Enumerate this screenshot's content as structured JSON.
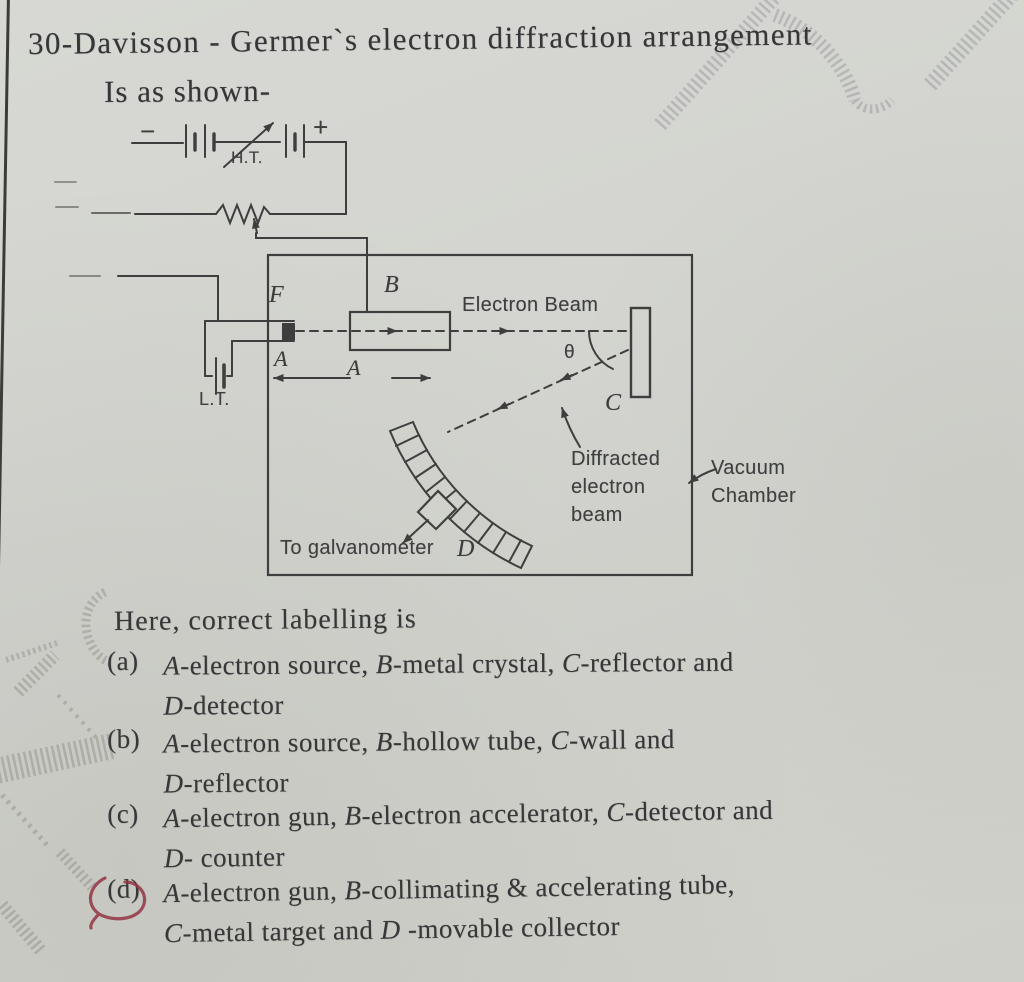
{
  "question": {
    "number_and_title": "30-Davisson - Germer`s electron diffraction arrangement",
    "title_line2": "Is as shown-",
    "prompt": "Here, correct labelling is"
  },
  "diagram": {
    "labels": {
      "minus": "−",
      "plus": "+",
      "ht": "H.T.",
      "lt": "L.T.",
      "f": "F",
      "a": "A",
      "a_dim": "A",
      "b": "B",
      "c": "C",
      "d": "D",
      "theta": "θ",
      "electron_beam": "Electron Beam",
      "diffracted_line1": "Diffracted",
      "diffracted_line2": "electron",
      "diffracted_line3": "beam",
      "vacuum_line1": "Vacuum",
      "vacuum_line2": "Chamber",
      "to_galvanometer": "To galvanometer"
    }
  },
  "options": [
    {
      "marker": "(a)",
      "line1": [
        {
          "style": "var",
          "text": "A"
        },
        {
          "style": "normal",
          "text": "-electron source, "
        },
        {
          "style": "var",
          "text": "B"
        },
        {
          "style": "normal",
          "text": "-metal crystal, "
        },
        {
          "style": "var",
          "text": "C"
        },
        {
          "style": "normal",
          "text": "-reflector and"
        }
      ],
      "line2": [
        {
          "style": "var",
          "text": "D"
        },
        {
          "style": "normal",
          "text": "-detector"
        }
      ]
    },
    {
      "marker": "(b)",
      "line1": [
        {
          "style": "var",
          "text": "A"
        },
        {
          "style": "normal",
          "text": "-electron source, "
        },
        {
          "style": "var",
          "text": "B"
        },
        {
          "style": "normal",
          "text": "-hollow tube, "
        },
        {
          "style": "var",
          "text": "C"
        },
        {
          "style": "normal",
          "text": "-wall and"
        }
      ],
      "line2": [
        {
          "style": "var",
          "text": "D"
        },
        {
          "style": "normal",
          "text": "-reflector"
        }
      ]
    },
    {
      "marker": "(c)",
      "line1": [
        {
          "style": "var",
          "text": "A"
        },
        {
          "style": "normal",
          "text": "-electron gun, "
        },
        {
          "style": "var",
          "text": "B"
        },
        {
          "style": "normal",
          "text": "-electron accelerator, "
        },
        {
          "style": "var",
          "text": "C"
        },
        {
          "style": "normal",
          "text": "-detector and"
        }
      ],
      "line2": [
        {
          "style": "var",
          "text": "D"
        },
        {
          "style": "normal",
          "text": "- counter"
        }
      ]
    },
    {
      "marker": "(d)",
      "line1": [
        {
          "style": "var",
          "text": "A"
        },
        {
          "style": "normal",
          "text": "-electron gun, "
        },
        {
          "style": "var",
          "text": "B"
        },
        {
          "style": "normal",
          "text": "-collimating & accelerating tube,"
        }
      ],
      "line2": [
        {
          "style": "var",
          "text": "C"
        },
        {
          "style": "normal",
          "text": "-metal target and "
        },
        {
          "style": "var",
          "text": "D"
        },
        {
          "style": "normal",
          "text": " -movable collector"
        }
      ]
    }
  ],
  "annotations": {
    "marked_answer": "(d)"
  },
  "colors": {
    "paper": "#d4d5d0",
    "ink": "#3e3e3e",
    "red_pen": "#993343"
  }
}
